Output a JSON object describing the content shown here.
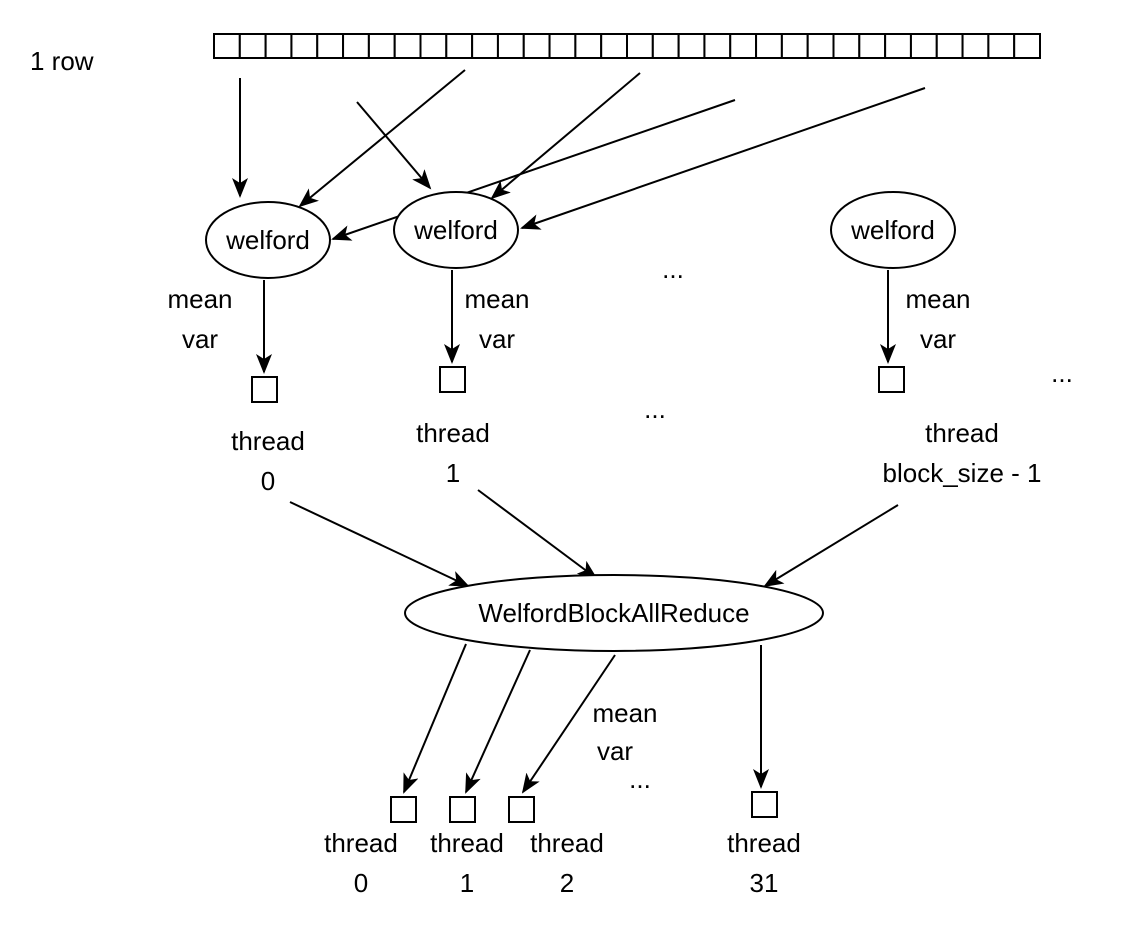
{
  "diagram": {
    "row_label": "1 row",
    "row_cells": 32,
    "welford_nodes": [
      "welford",
      "welford",
      "welford"
    ],
    "mean_var_labels": [
      {
        "mean": "mean",
        "var": "var"
      },
      {
        "mean": "mean",
        "var": "var"
      },
      {
        "mean": "mean",
        "var": "var"
      }
    ],
    "block_threads": [
      {
        "line1": "thread",
        "line2": "0"
      },
      {
        "line1": "thread",
        "line2": "1"
      },
      {
        "line1": "thread",
        "line2": "block_size - 1"
      }
    ],
    "ellipsis": [
      "...",
      "...",
      "...",
      "..."
    ],
    "reduce_node": "WelfordBlockAllReduce",
    "reduce_output": {
      "mean": "mean",
      "var": "var"
    },
    "warp_threads": [
      {
        "line1": "thread",
        "line2": "0"
      },
      {
        "line1": "thread",
        "line2": "1"
      },
      {
        "line1": "thread",
        "line2": "2"
      },
      {
        "line1": "thread",
        "line2": "31"
      }
    ]
  }
}
